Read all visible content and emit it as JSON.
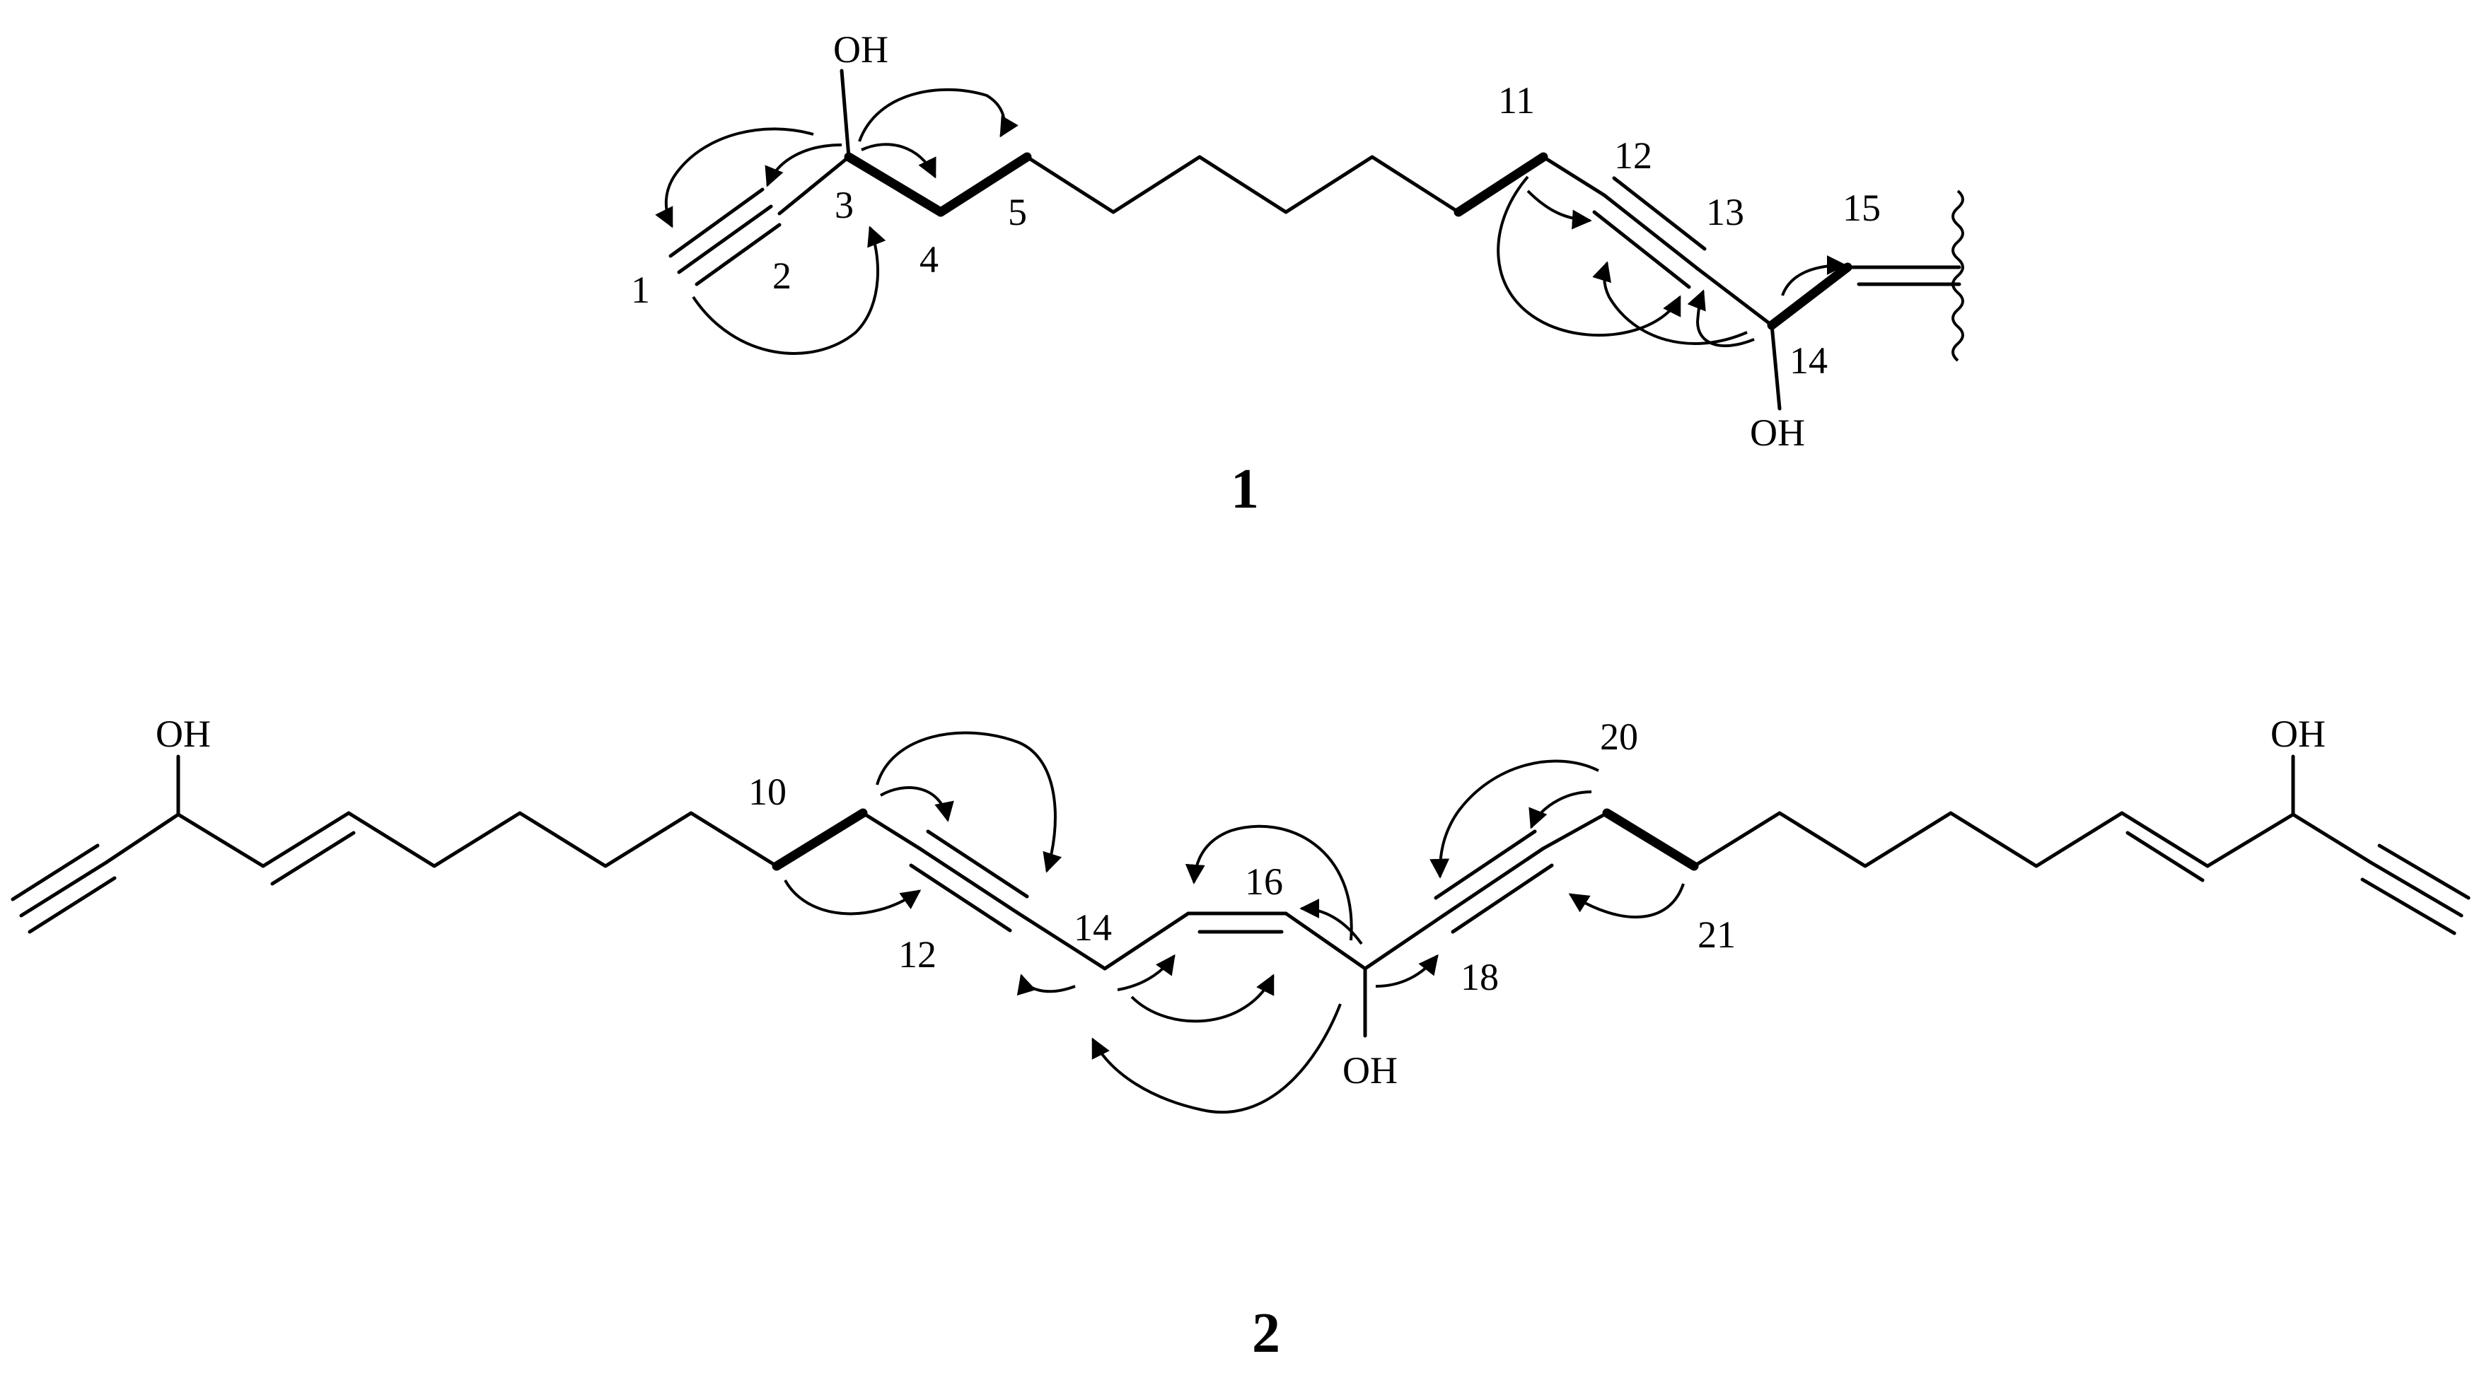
{
  "compound1": {
    "caption": "1",
    "oh_top": "OH",
    "oh_bottom": "OH",
    "atoms": {
      "c1": "1",
      "c2": "2",
      "c3": "3",
      "c4": "4",
      "c5": "5",
      "c11": "11",
      "c12": "12",
      "c13": "13",
      "c14": "14",
      "c15": "15"
    }
  },
  "compound2": {
    "caption": "2",
    "oh_left": "OH",
    "oh_center": "OH",
    "oh_right": "OH",
    "atoms": {
      "c10": "10",
      "c12": "12",
      "c14": "14",
      "c16": "16",
      "c18": "18",
      "c20": "20",
      "c21": "21"
    }
  }
}
